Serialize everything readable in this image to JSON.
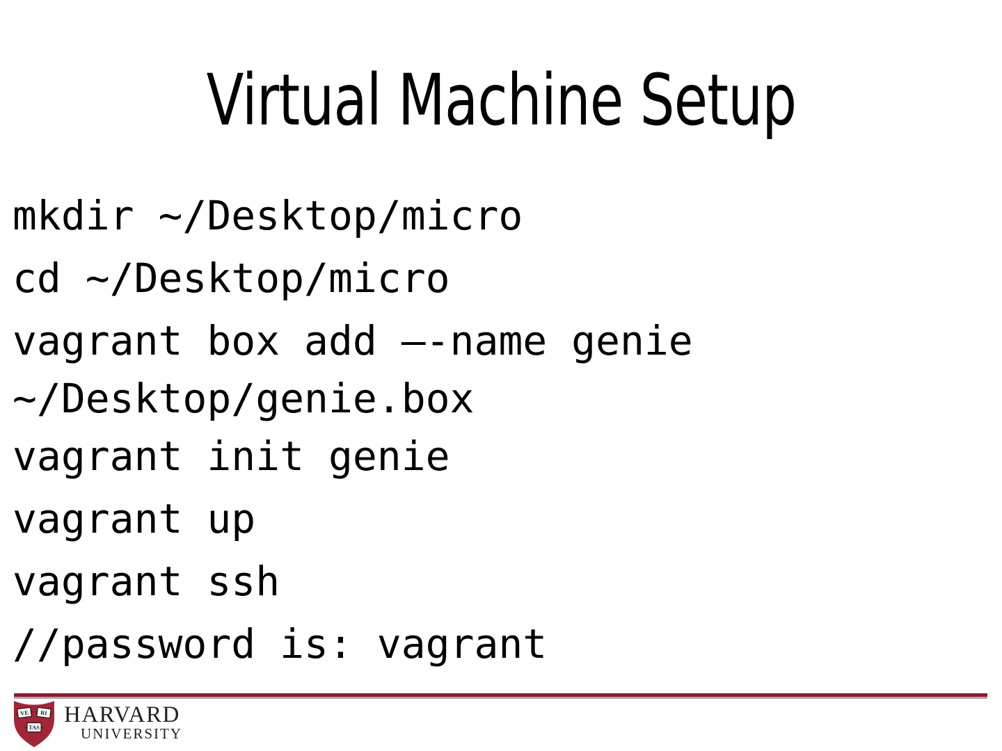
{
  "slide": {
    "title": "Virtual Machine Setup",
    "code_lines": [
      {
        "text": "mkdir ~/Desktop/micro"
      },
      {
        "text": "cd ~/Desktop/micro"
      },
      {
        "text": "vagrant box add –-name genie"
      },
      {
        "text": "~/Desktop/genie.box"
      },
      {
        "text": "vagrant init genie"
      },
      {
        "text": "vagrant up"
      },
      {
        "text": "vagrant ssh"
      },
      {
        "text": "//password is: vagrant"
      }
    ]
  },
  "footer": {
    "logo": {
      "wordmark": "HARVARD",
      "wordmark_sub": "UNIVERSITY",
      "shield_books": [
        "VE",
        "RI",
        "TAS"
      ]
    },
    "colors": {
      "rule_crimson": "#8e1b2b",
      "rule_gray": "#a7a9ac",
      "shield_crimson": "#a32638",
      "logo_text": "#231f20"
    }
  }
}
